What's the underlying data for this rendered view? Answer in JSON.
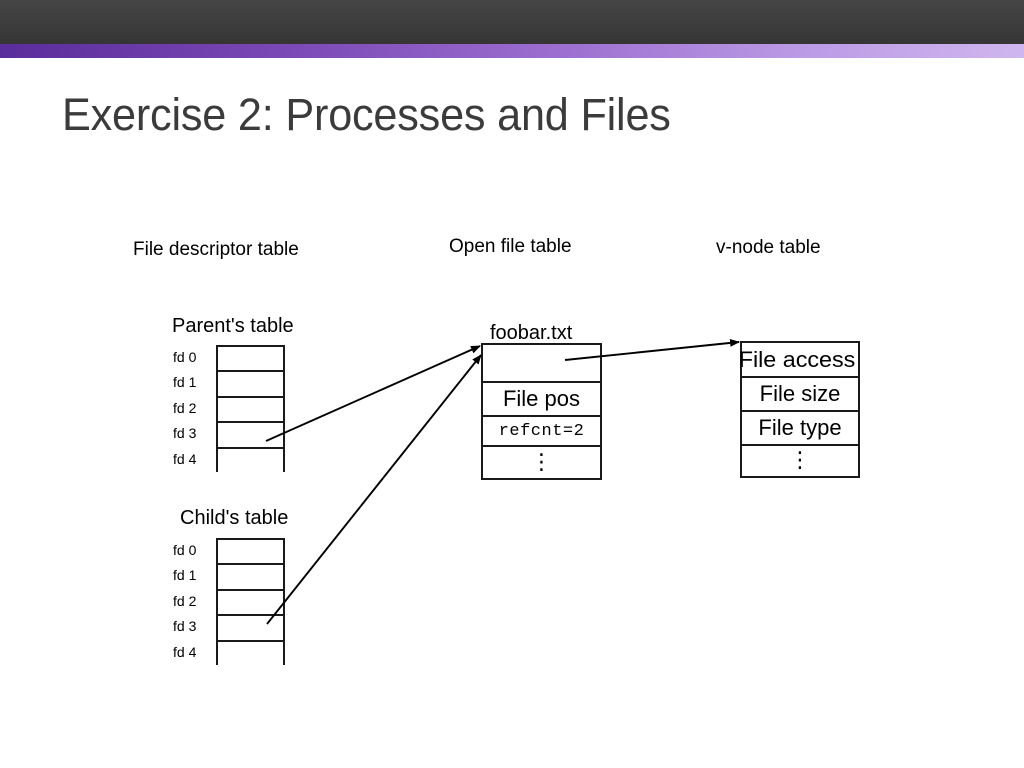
{
  "slide": {
    "title": "Exercise 2: Processes and Files",
    "title_color": "#3b3b3b",
    "accent_color_start": "#5a2d9c",
    "accent_color_end": "#cfb6ef",
    "band_color": "#3f3f3f",
    "background": "#ffffff"
  },
  "headings": {
    "fd_table": "File descriptor table",
    "open_file_table": "Open file table",
    "vnode_table": "v-node table"
  },
  "captions": {
    "parent_table": "Parent's table",
    "child_table": "Child's table",
    "foobar": "foobar.txt"
  },
  "fd_labels": [
    "fd 0",
    "fd 1",
    "fd 2",
    "fd 3",
    "fd 4"
  ],
  "parent_table": {
    "rows": [
      "",
      "",
      "",
      "",
      ""
    ]
  },
  "child_table": {
    "rows": [
      "",
      "",
      "",
      "",
      ""
    ]
  },
  "open_file_table": {
    "rows": [
      "",
      "File pos",
      "refcnt=2",
      "⋮"
    ]
  },
  "vnode_table": {
    "rows": [
      "File access",
      "File size",
      "File type",
      "⋮"
    ]
  },
  "arrows": [
    {
      "name": "parent-fd3-to-open-file-table",
      "from": "Parent's table fd 3",
      "to": "Open file table foobar.txt"
    },
    {
      "name": "child-fd3-to-open-file-table",
      "from": "Child's table fd 3",
      "to": "Open file table foobar.txt"
    },
    {
      "name": "open-file-table-to-vnode-table",
      "from": "Open file table first row",
      "to": "v-node table"
    }
  ]
}
